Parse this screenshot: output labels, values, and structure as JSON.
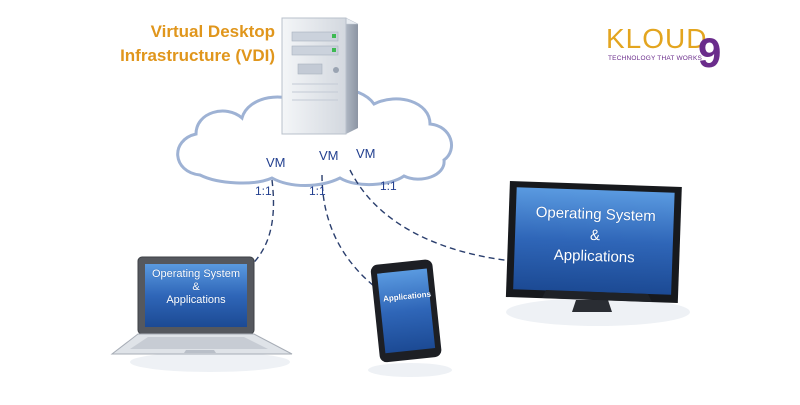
{
  "title": {
    "line1": "Virtual Desktop",
    "line2": "Infrastructure (VDI)"
  },
  "logo": {
    "wordmark": "KLOUD",
    "numeral": "9",
    "tagline": "TECHNOLOGY THAT WORKS"
  },
  "cloud": {
    "vm_labels": [
      "VM",
      "VM",
      "VM"
    ]
  },
  "links": [
    {
      "ratio": "1:1"
    },
    {
      "ratio": "1:1"
    },
    {
      "ratio": "1:1"
    }
  ],
  "devices": {
    "laptop": {
      "line1": "Operating System",
      "line2": "&",
      "line3": "Applications"
    },
    "tablet": {
      "line1": "Applications"
    },
    "monitor": {
      "line1": "Operating System",
      "line2": "&",
      "line3": "Applications"
    }
  },
  "colors": {
    "title": "#e0961c",
    "label": "#223f8f",
    "logo_gold": "#e3a51f",
    "logo_purple": "#6a2c8b",
    "screen_blue": "#2f66b8"
  },
  "icons": [
    "server-icon",
    "cloud-icon",
    "laptop-icon",
    "tablet-icon",
    "monitor-icon"
  ]
}
